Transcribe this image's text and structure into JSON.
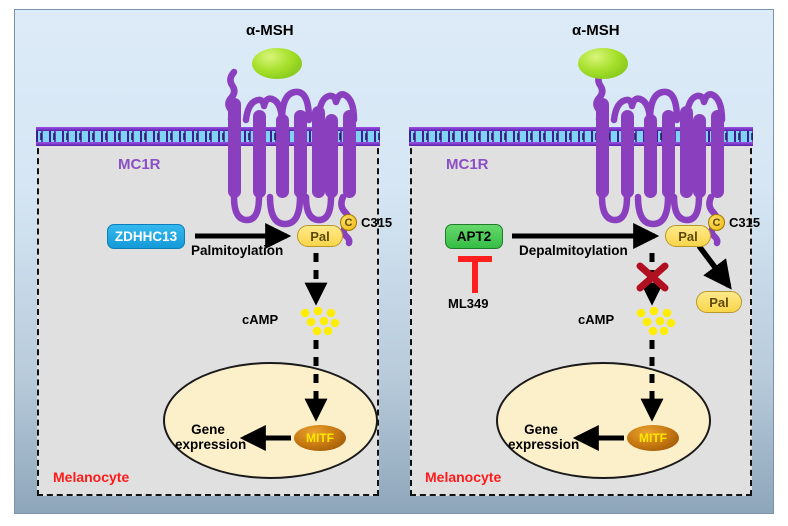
{
  "figure": {
    "title": "MC1R palmitoylation signaling diagram",
    "background_top_color": "#dcebf7",
    "background_bottom_color": "#8ea6ba"
  },
  "panels": [
    {
      "id": "left",
      "cell_label": "Melanocyte",
      "ligand_label": "α-MSH",
      "receptor_label": "MC1R",
      "enzyme": {
        "label": "ZDHHC13",
        "color": "#139ad8",
        "text_color": "#ffffff"
      },
      "process_label": "Palmitoylation",
      "pal_label": "Pal",
      "cysteine_label": "C",
      "cysteine_site_label": "C315",
      "second_messenger_label": "cAMP",
      "transcription_factor_label": "MITF",
      "output_label": "Gene\nexpression",
      "blocked": false
    },
    {
      "id": "right",
      "cell_label": "Melanocyte",
      "ligand_label": "α-MSH",
      "receptor_label": "MC1R",
      "enzyme": {
        "label": "APT2",
        "color": "#35bd46",
        "text_color": "#000000"
      },
      "process_label": "Depalmitoylation",
      "inhibitor_label": "ML349",
      "inhibitor_color": "#ff1f1f",
      "pal_label": "Pal",
      "pal_released_label": "Pal",
      "cysteine_label": "C",
      "cysteine_site_label": "C315",
      "second_messenger_label": "cAMP",
      "transcription_factor_label": "MITF",
      "output_label": "Gene\nexpression",
      "blocked": true,
      "block_symbol": "X",
      "block_color": "#b01020"
    }
  ],
  "colors": {
    "membrane_lipid": "#6d28b8",
    "membrane_core": "#7fd4f5",
    "receptor": "#8a3fbf",
    "ligand": "#a6e02b",
    "pal_fill": "#f8d64a",
    "cell_fill": "#e0e0e0",
    "nucleus_fill": "#fcf0cb",
    "cell_label_color": "#ff1a1a",
    "receptor_label_color": "#8a4fc4",
    "camp_dot_color": "#ffee00"
  },
  "camp_dot_count": 8
}
